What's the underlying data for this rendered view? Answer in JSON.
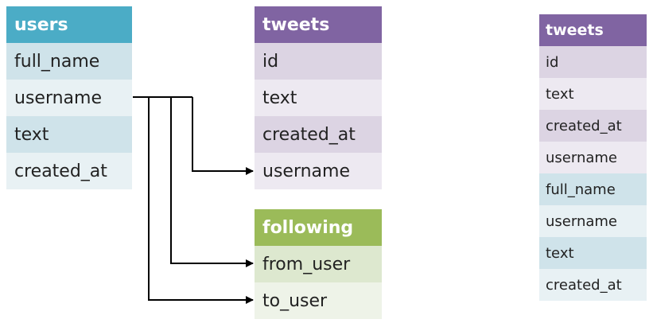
{
  "users": {
    "title": "users",
    "fields": [
      "full_name",
      "username",
      "text",
      "created_at"
    ]
  },
  "tweets": {
    "title": "tweets",
    "fields": [
      "id",
      "text",
      "created_at",
      "username"
    ]
  },
  "following": {
    "title": "following",
    "fields": [
      "from_user",
      "to_user"
    ]
  },
  "joined": {
    "title": "tweets",
    "tweet_fields": [
      "id",
      "text",
      "created_at",
      "username"
    ],
    "user_fields": [
      "full_name",
      "username",
      "text",
      "created_at"
    ]
  },
  "colors": {
    "users_header": "#4bacc6",
    "tweets_header": "#8064a2",
    "following_header": "#9bbb59",
    "connector": "#000000"
  }
}
